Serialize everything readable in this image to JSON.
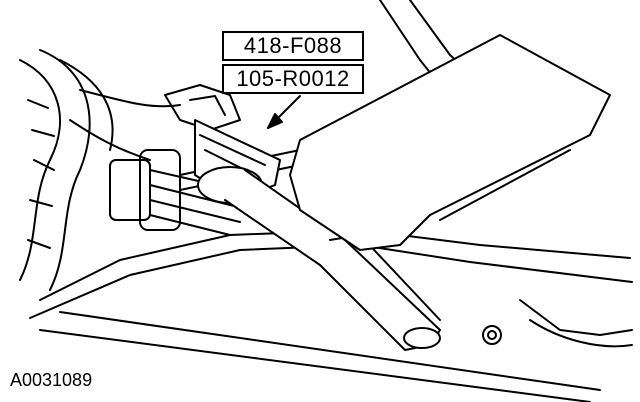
{
  "labels": {
    "tool_1": "418-F088",
    "tool_2": "105-R0012"
  },
  "figure_id": "A0031089",
  "colors": {
    "line": "#000000",
    "background": "#ffffff"
  }
}
